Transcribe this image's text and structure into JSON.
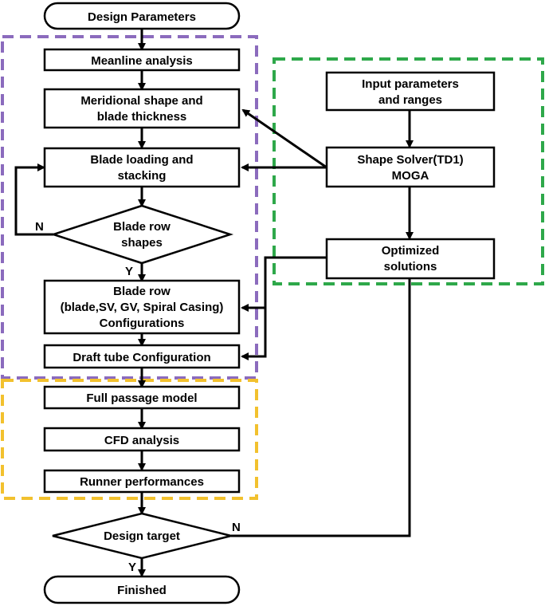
{
  "nodes": {
    "start": [
      "Design Parameters"
    ],
    "meanline": [
      "Meanline analysis"
    ],
    "meridional": [
      "Meridional shape and",
      "blade thickness"
    ],
    "loading": [
      "Blade loading and",
      "stacking"
    ],
    "row_shapes": [
      "Blade row",
      "shapes"
    ],
    "blade_row": [
      "Blade row",
      "(blade,SV, GV, Spiral Casing)",
      "Configurations"
    ],
    "draft_tube": [
      "Draft tube Configuration"
    ],
    "full_passage": [
      "Full passage model"
    ],
    "cfd": [
      "CFD analysis"
    ],
    "runner": [
      "Runner performances"
    ],
    "target": [
      "Design target"
    ],
    "finished": [
      "Finished"
    ],
    "input_params": [
      "Input parameters",
      "and ranges"
    ],
    "solver": [
      "Shape Solver(TD1)",
      "MOGA"
    ],
    "optimized": [
      "Optimized",
      "solutions"
    ]
  },
  "edge_labels": {
    "row_no": "N",
    "row_yes": "Y",
    "target_no": "N",
    "target_yes": "Y"
  },
  "colors": {
    "group_design": "#8b6bbd",
    "group_optimizer": "#2ea84a",
    "group_analysis": "#f2c12e"
  }
}
